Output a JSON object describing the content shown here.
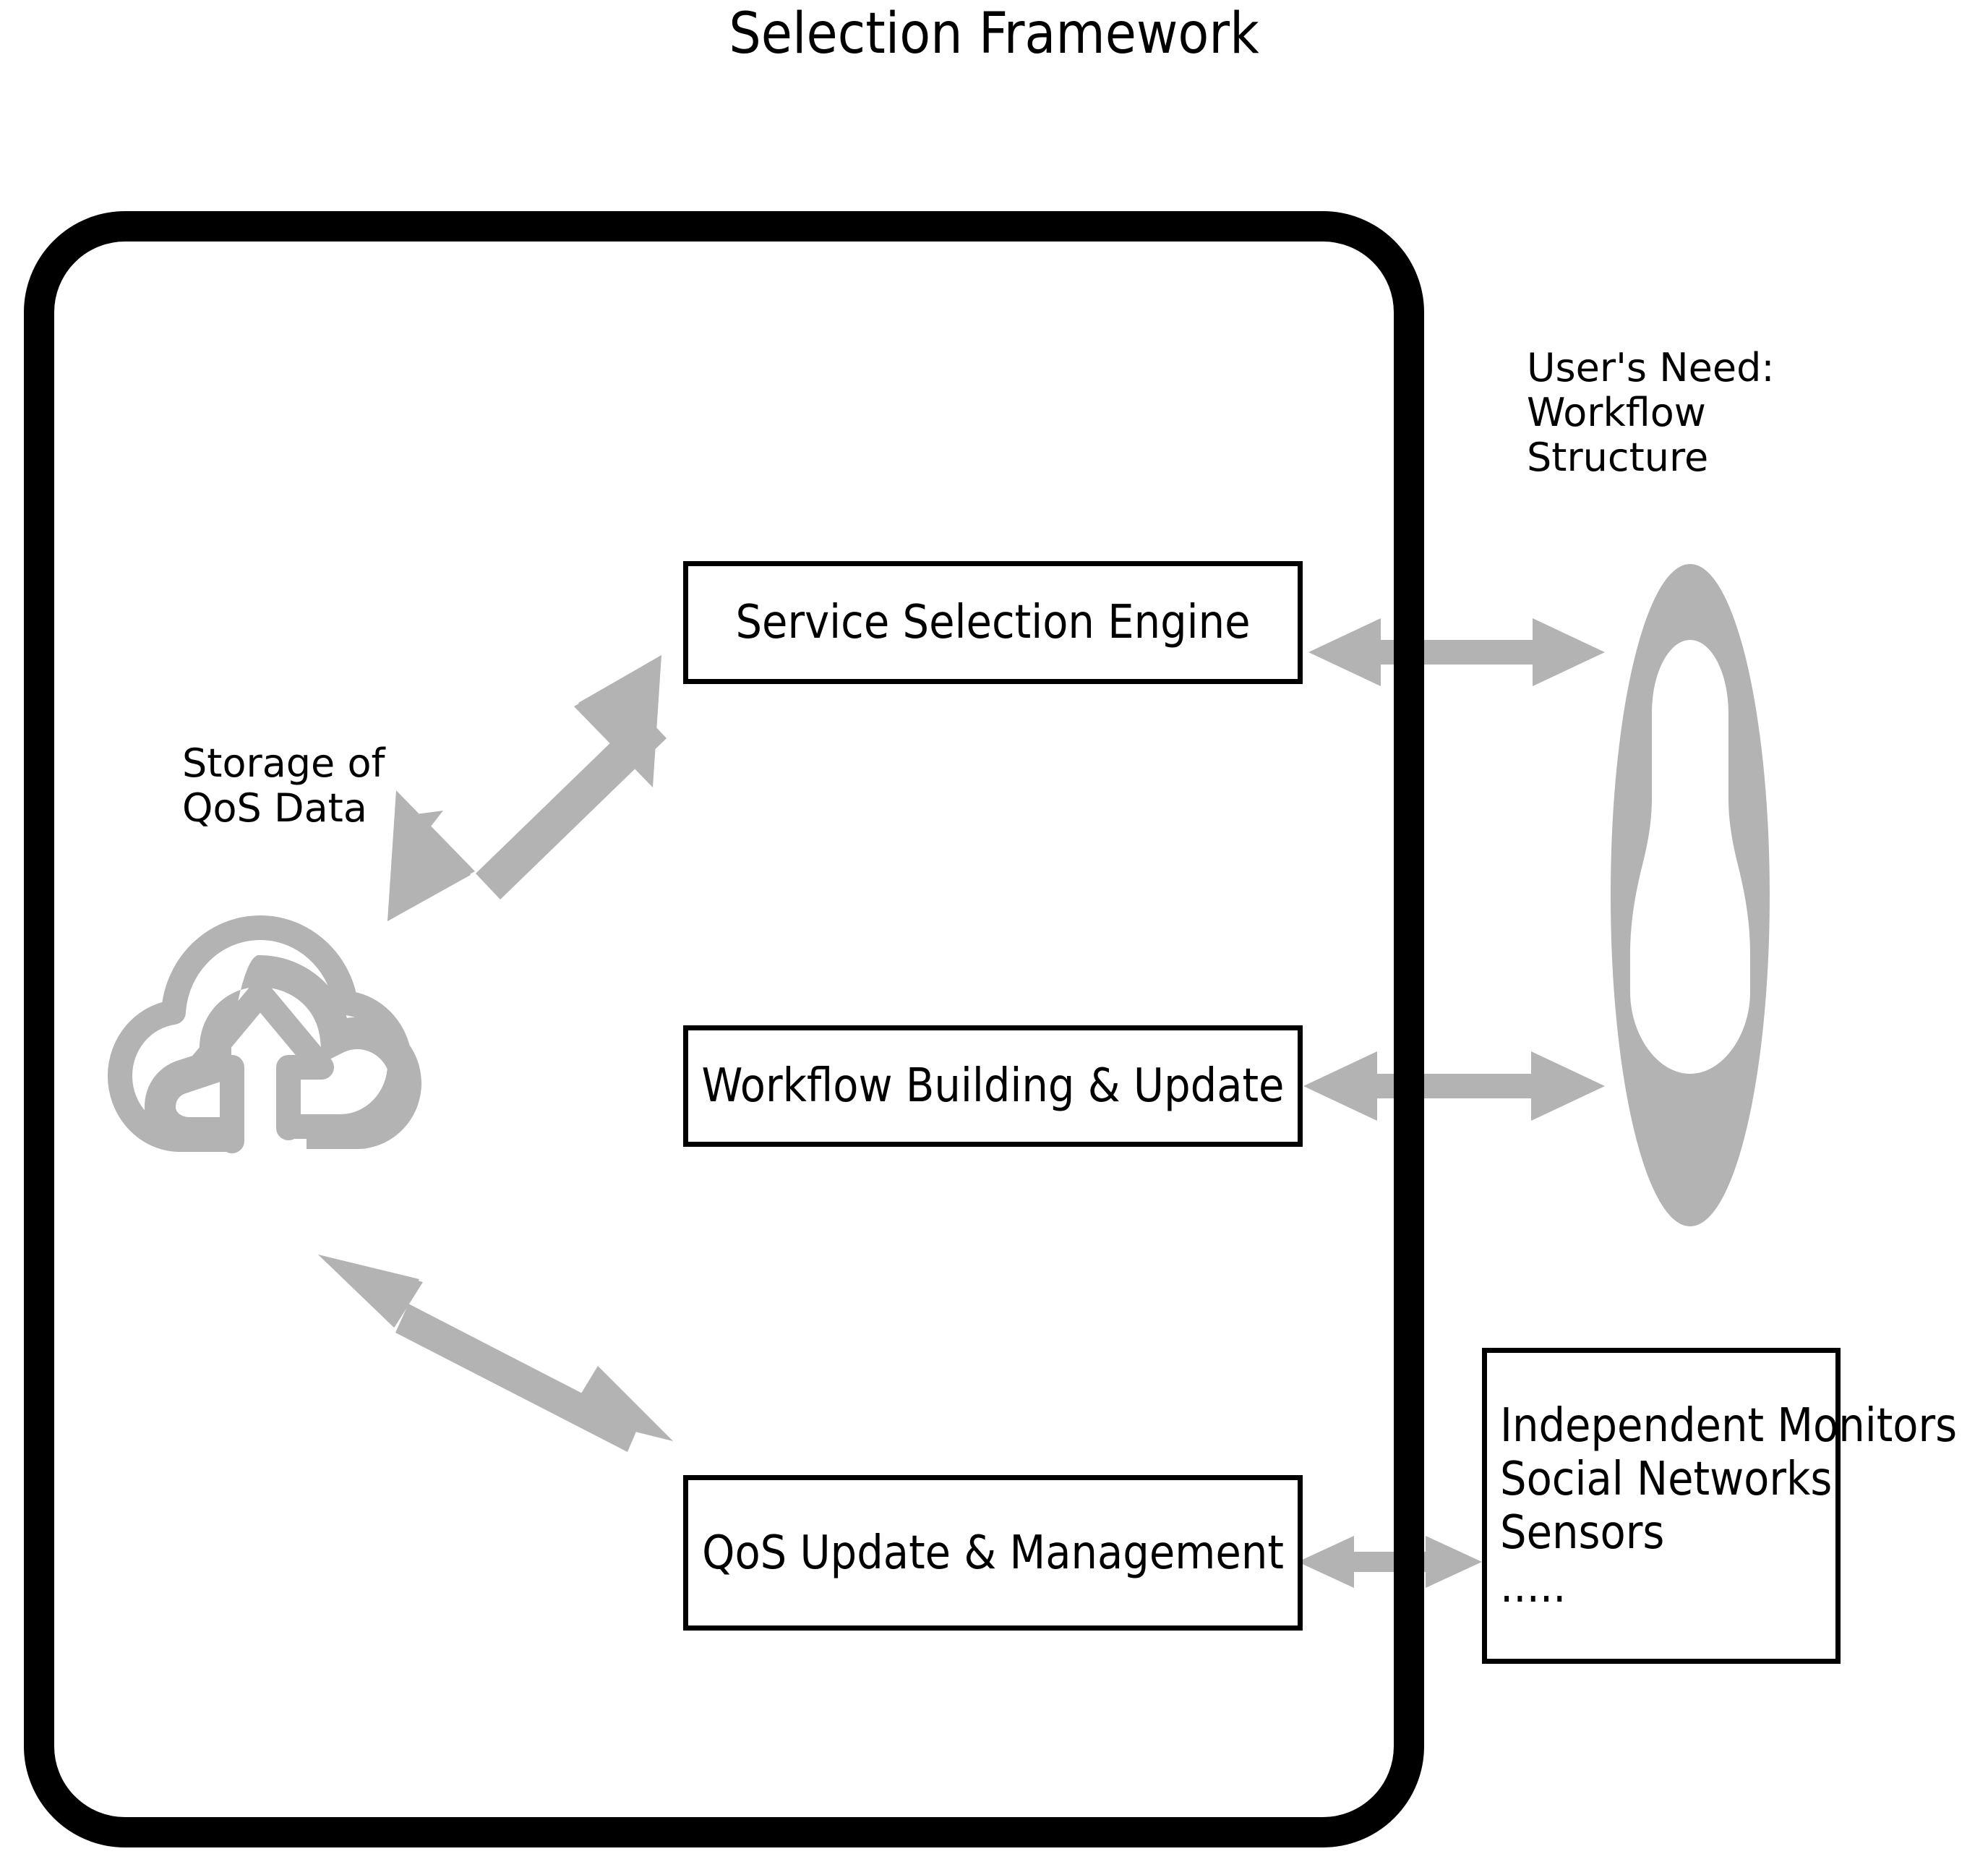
{
  "page": {
    "title": "Selection Framework",
    "background": "#ffffff",
    "accent_gray": "#b3b3b3",
    "stroke_black": "#000000"
  },
  "frame": {
    "name": "selection-framework-container"
  },
  "process_boxes": [
    {
      "label": "Service Selection Engine"
    },
    {
      "label": "Workflow Building & Update"
    },
    {
      "label": "QoS Update & Management"
    }
  ],
  "storage": {
    "label_line1": "Storage of",
    "label_line2": "QoS Data",
    "icon": "cloud-upload-icon"
  },
  "user": {
    "label_line1": "User's Need:",
    "label_line2": "Workflow",
    "label_line3": "Structure",
    "icon": "user-person-icon"
  },
  "sources_box": {
    "lines": [
      "Independent Monitors",
      "Social Networks",
      "Sensors",
      "....."
    ]
  },
  "connectors": [
    {
      "name": "storage-to-service-selection-engine",
      "style": "double-arrow-diagonal"
    },
    {
      "name": "storage-to-qos-update-management",
      "style": "double-arrow-diagonal"
    },
    {
      "name": "service-selection-engine-to-user",
      "style": "double-arrow-horizontal"
    },
    {
      "name": "workflow-building-to-user",
      "style": "double-arrow-horizontal"
    },
    {
      "name": "qos-update-to-sources",
      "style": "double-arrow-horizontal"
    }
  ]
}
